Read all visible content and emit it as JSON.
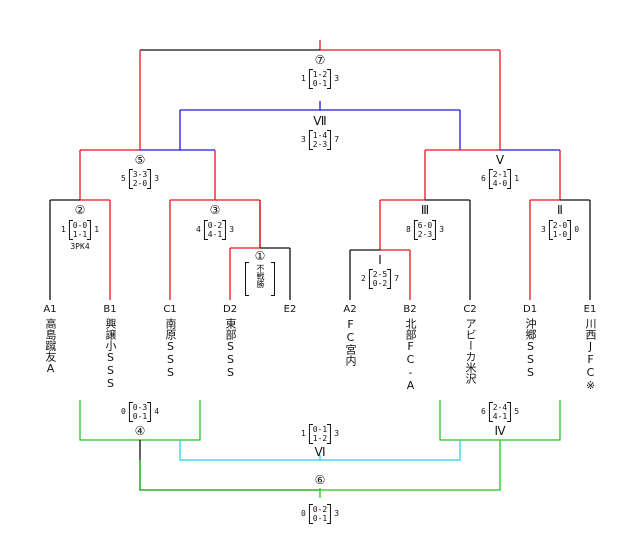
{
  "teams": [
    {
      "code": "A1",
      "name": "高島蹴友A"
    },
    {
      "code": "B1",
      "name": "興譲小SSS"
    },
    {
      "code": "C1",
      "name": "南原SSS"
    },
    {
      "code": "D2",
      "name": "東部SSS"
    },
    {
      "code": "E2",
      "name": ""
    },
    {
      "code": "A2",
      "name": "FC宮内"
    },
    {
      "code": "B2",
      "name": "北部FC-A"
    },
    {
      "code": "C2",
      "name": "アビーカ米沢"
    },
    {
      "code": "D1",
      "name": "沖郷SSS"
    },
    {
      "code": "E1",
      "name": "川西JFC※"
    }
  ],
  "matches": {
    "m1": {
      "mark": "①",
      "result": "不戦勝"
    },
    "m2": {
      "mark": "②",
      "left": "1",
      "right": "1",
      "h1": "0-0",
      "h2": "1-1",
      "pk": "3PK4"
    },
    "m3": {
      "mark": "③",
      "left": "4",
      "right": "3",
      "h1": "0-2",
      "h2": "4-1"
    },
    "m4": {
      "mark": "④",
      "left": "0",
      "right": "4",
      "h1": "0-3",
      "h2": "0-1"
    },
    "m5": {
      "mark": "⑤",
      "left": "5",
      "right": "3",
      "h1": "3-3",
      "h2": "2-0"
    },
    "m6": {
      "mark": "⑥",
      "left": "0",
      "right": "3",
      "h1": "0-2",
      "h2": "0-1"
    },
    "m7": {
      "mark": "⑦",
      "left": "1",
      "right": "3",
      "h1": "1-2",
      "h2": "0-1"
    },
    "r1": {
      "mark": "Ⅰ",
      "left": "2",
      "right": "7",
      "h1": "2-5",
      "h2": "0-2"
    },
    "r2": {
      "mark": "Ⅱ",
      "left": "3",
      "right": "0",
      "h1": "2-0",
      "h2": "1-0"
    },
    "r3": {
      "mark": "Ⅲ",
      "left": "8",
      "right": "3",
      "h1": "6-0",
      "h2": "2-3"
    },
    "r4": {
      "mark": "Ⅳ",
      "left": "6",
      "right": "5",
      "h1": "2-4",
      "h2": "4-1"
    },
    "r5": {
      "mark": "Ⅴ",
      "left": "6",
      "right": "1",
      "h1": "2-1",
      "h2": "4-0"
    },
    "r6": {
      "mark": "Ⅵ",
      "left": "1",
      "right": "3",
      "h1": "0-1",
      "h2": "1-2"
    },
    "r7": {
      "mark": "Ⅶ",
      "left": "3",
      "right": "7",
      "h1": "1-4",
      "h2": "2-3"
    }
  },
  "colors": {
    "winner": "#e8141e",
    "plain": "#111111",
    "blue": "#1a1ad6",
    "green": "#1ec81e",
    "cyan": "#28d2e6"
  }
}
